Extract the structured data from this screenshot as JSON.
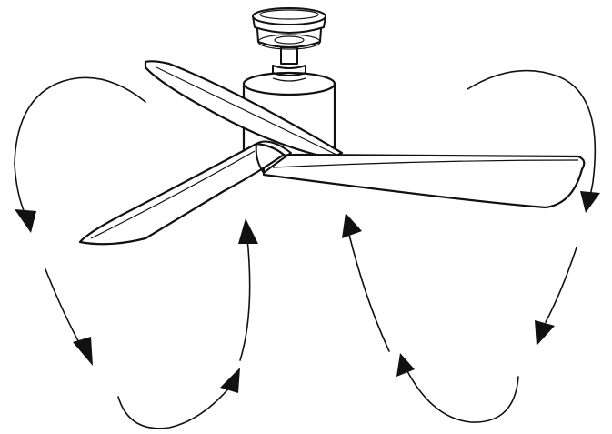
{
  "diagram": {
    "subject": "ceiling-fan",
    "blade_count": 3,
    "airflow_direction": "downward"
  },
  "colors": {
    "ink": "#111111",
    "background": "#ffffff"
  },
  "icons": {
    "airflow_arrow": "curved-arrow",
    "fan": "ceiling-fan-line-art"
  }
}
